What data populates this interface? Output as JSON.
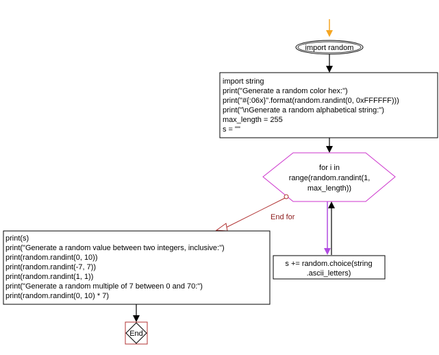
{
  "start_node": {
    "label": "import random"
  },
  "code_block": {
    "lines": [
      "import string",
      "print(\"Generate a random color hex:\")",
      "print(\"#{:06x}\".format(random.randint(0, 0xFFFFFF)))",
      "print(\"\\nGenerate a random alphabetical string:\")",
      "max_length = 255",
      "s = \"\""
    ]
  },
  "loop_node": {
    "lines": [
      "for i in",
      "range(random.randint(1,",
      "max_length))"
    ]
  },
  "loop_body": {
    "lines": [
      "s += random.choice(string",
      ".ascii_letters)"
    ]
  },
  "end_for_label": "End for",
  "final_block": {
    "lines": [
      "print(s)",
      "print(\"Generate a random value between two integers, inclusive:\")",
      "print(random.randint(0, 10))",
      "print(random.randint(-7, 7))",
      "print(random.randint(1, 1))",
      "print(\"Generate a random multiple of 7 between 0 and 70:\")",
      "print(random.randint(0, 10) * 7)"
    ]
  },
  "end_node": {
    "label": "End"
  },
  "colors": {
    "start_arrow": "#f5a623",
    "loop_border": "#cc33cc",
    "loop_arrow": "#b04ae0",
    "end_border": "#b03030",
    "end_for_text": "#8b1a1a"
  }
}
